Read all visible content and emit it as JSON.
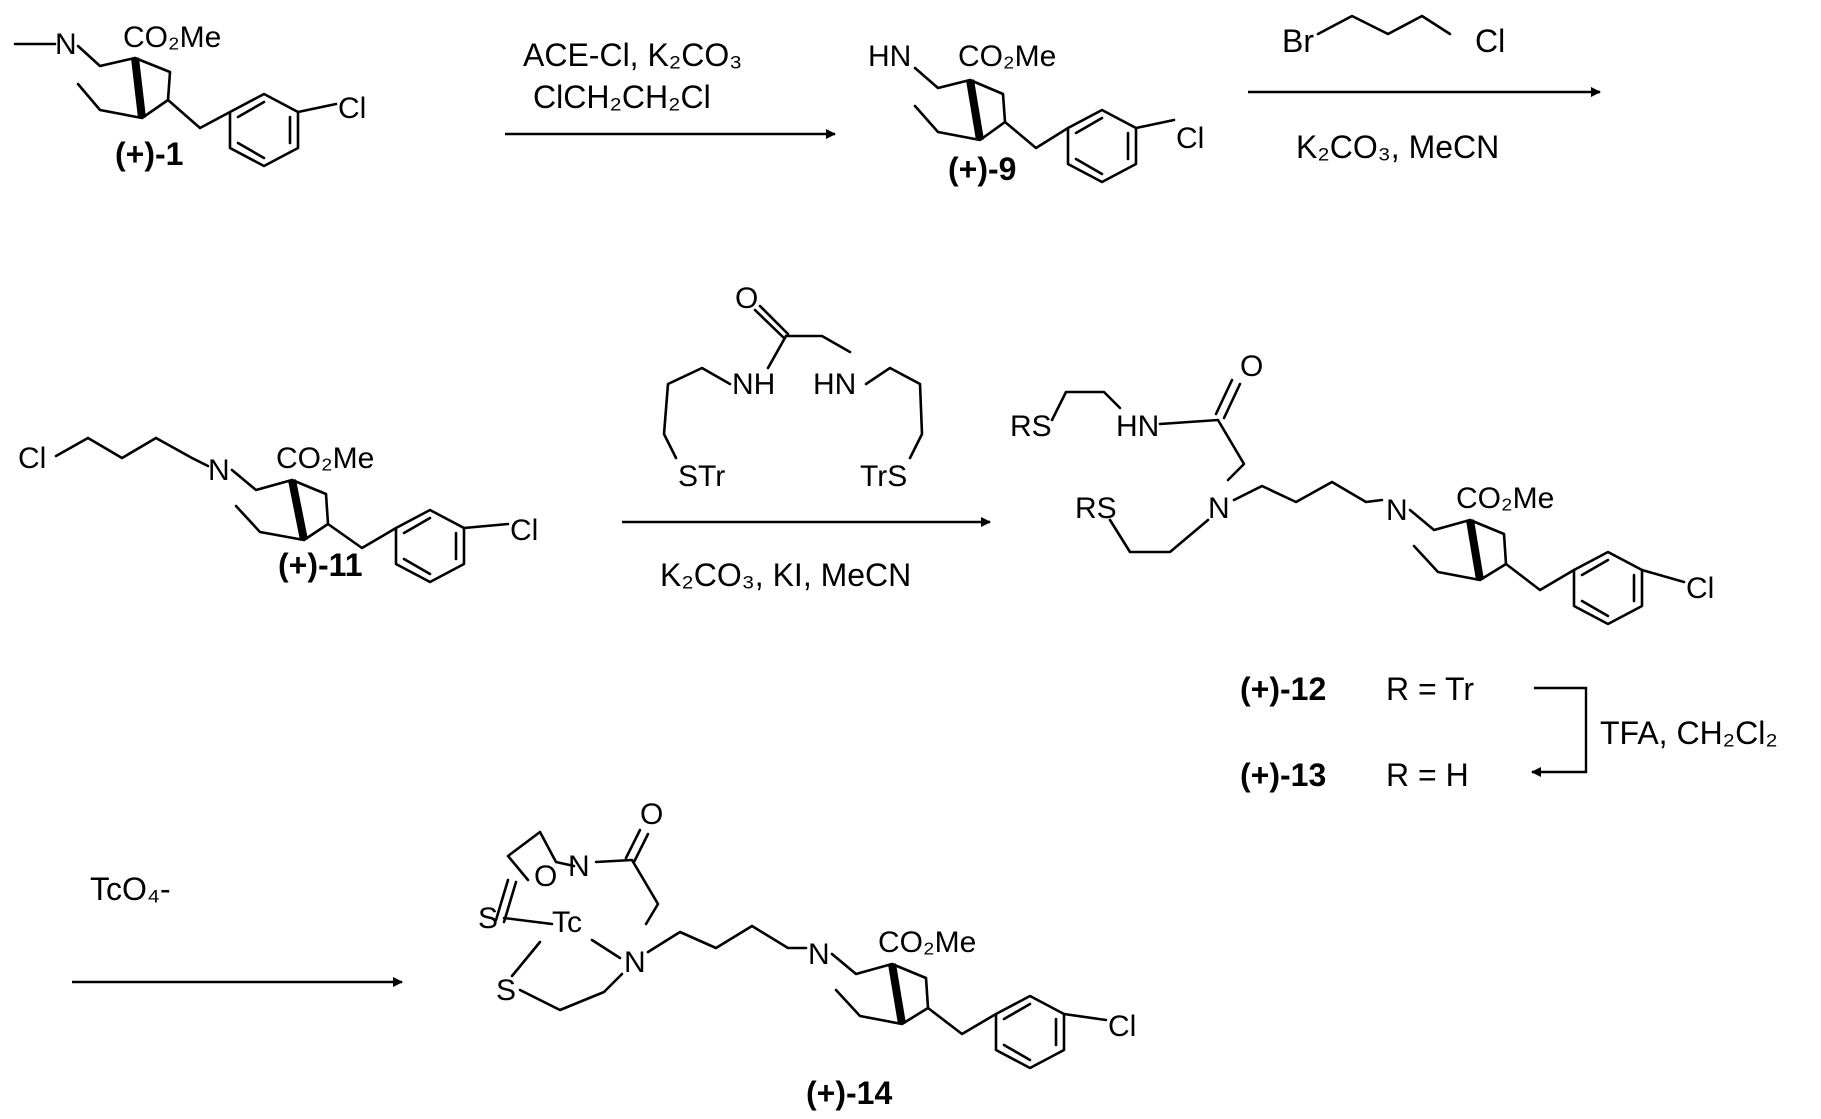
{
  "scheme": {
    "compounds": {
      "c1": {
        "label_prefix": "(+)-",
        "label_num": "1"
      },
      "c9": {
        "label_prefix": "(+)-",
        "label_num": "9"
      },
      "c11": {
        "label_prefix": "(+)-",
        "label_num": "11"
      },
      "c12": {
        "label_prefix": "(+)-",
        "label_num": "12",
        "r_def": "R = Tr"
      },
      "c13": {
        "label_prefix": "(+)-",
        "label_num": "13",
        "r_def": "R = H"
      },
      "c14": {
        "label_prefix": "(+)-",
        "label_num": "14"
      }
    },
    "reagents": {
      "step1_line1": "ACE-Cl, K₂CO₃",
      "step1_line2": "ClCH₂CH₂Cl",
      "step2_top_left": "Br",
      "step2_top_right": "Cl",
      "step2_below": "K₂CO₃, MeCN",
      "step3_below": "K₂CO₃, KI, MeCN",
      "step3_reagent_O": "O",
      "step3_reagent_NH1": "NH",
      "step3_reagent_NH2": "HN",
      "step3_reagent_STr1": "STr",
      "step3_reagent_STr2": "TrS",
      "step4": "TFA, CH₂Cl₂",
      "step5": "TcO₄-"
    },
    "atoms": {
      "N": "N",
      "HN": "HN",
      "Cl": "Cl",
      "CO2Me": "CO₂Me",
      "O": "O",
      "RS": "RS",
      "S": "S",
      "Tc": "Tc"
    }
  }
}
